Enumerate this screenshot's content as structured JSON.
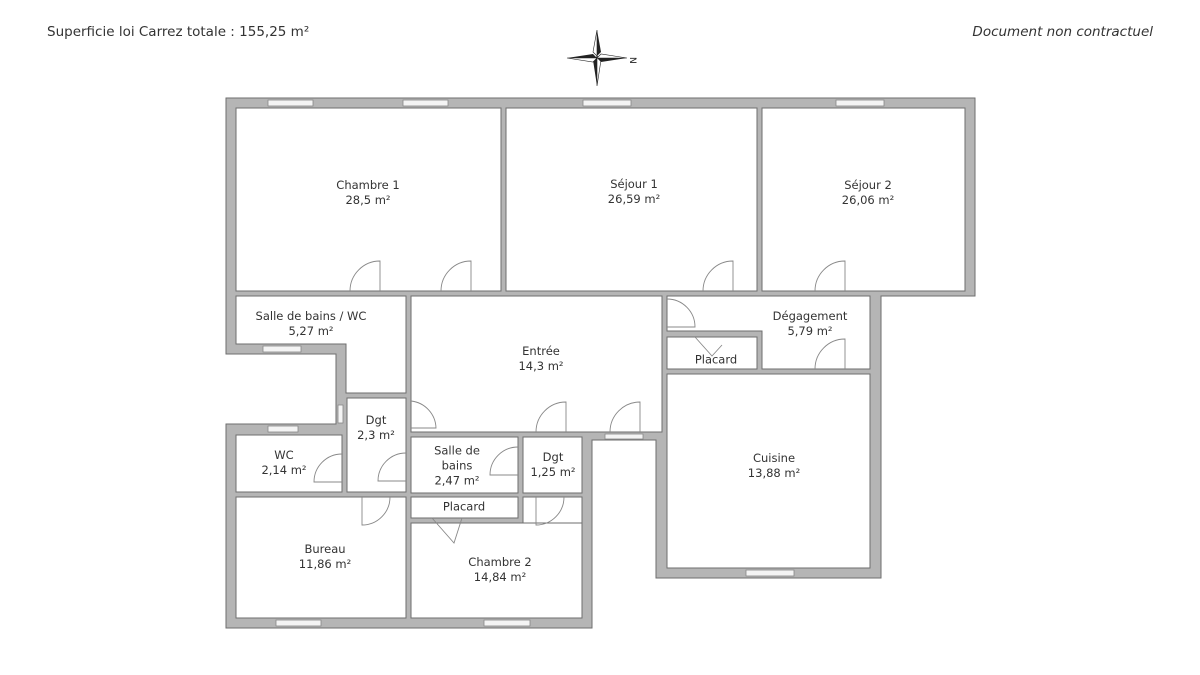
{
  "header": {
    "total_area_label": "Superficie loi Carrez totale :",
    "total_area_value": "155,25 m²",
    "disclaimer": "Document non contractuel"
  },
  "compass": {
    "icon": "compass-rose-icon",
    "north_label": "N"
  },
  "colors": {
    "wall": "#b5b5b5",
    "wall_edge": "#6e6e6e",
    "background": "#ffffff",
    "text": "#333333"
  },
  "rooms": [
    {
      "name": "Chambre 1",
      "area": "28,5 m²"
    },
    {
      "name": "Séjour 1",
      "area": "26,59 m²"
    },
    {
      "name": "Séjour 2",
      "area": "26,06 m²"
    },
    {
      "name": "Salle de bains / WC",
      "area": "5,27 m²"
    },
    {
      "name": "Entrée",
      "area": "14,3 m²"
    },
    {
      "name": "Dégagement",
      "area": "5,79 m²"
    },
    {
      "name": "Placard",
      "area": ""
    },
    {
      "name": "Dgt",
      "area": "2,3 m²"
    },
    {
      "name": "WC",
      "area": "2,14 m²"
    },
    {
      "name": "Salle de bains",
      "area": "2,47 m²"
    },
    {
      "name": "Dgt",
      "area": "1,25 m²"
    },
    {
      "name": "Placard",
      "area": ""
    },
    {
      "name": "Cuisine",
      "area": "13,88 m²"
    },
    {
      "name": "Bureau",
      "area": "11,86 m²"
    },
    {
      "name": "Chambre 2",
      "area": "14,84 m²"
    }
  ]
}
